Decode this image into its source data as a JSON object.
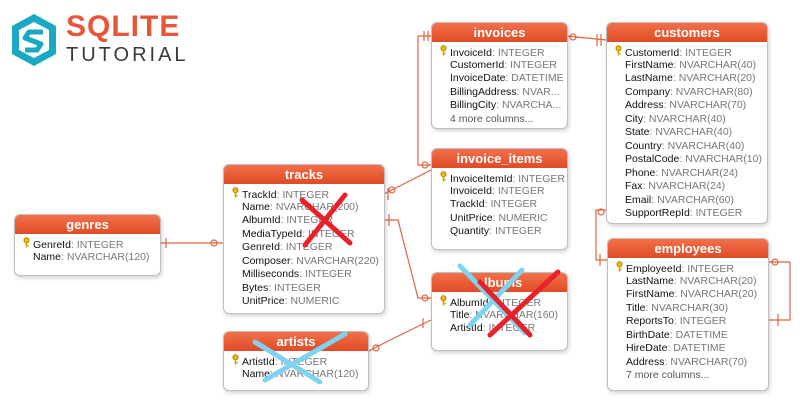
{
  "brand": {
    "line1": "SQLITE",
    "line2": "TUTORIAL",
    "primary": "#e8553a",
    "accent": "#1aa8c4"
  },
  "colors": {
    "header": "#e4552f",
    "line": "#e0643f",
    "red_x": "#e8202a",
    "blue_x": "#7fd3f2"
  },
  "tables": {
    "invoices": {
      "title": "invoices",
      "rows": [
        {
          "name": "InvoiceId",
          "type": ": INTEGER",
          "pk": true
        },
        {
          "name": "CustomerId",
          "type": ": INTEGER"
        },
        {
          "name": "InvoiceDate",
          "type": ": DATETIME"
        },
        {
          "name": "BillingAddress",
          "type": ": NVAR..."
        },
        {
          "name": "BillingCity",
          "type": ": NVARCHA..."
        }
      ],
      "more": "4 more columns..."
    },
    "customers": {
      "title": "customers",
      "rows": [
        {
          "name": "CustomerId",
          "type": ": INTEGER",
          "pk": true
        },
        {
          "name": "FirstName",
          "type": ": NVARCHAR(40)"
        },
        {
          "name": "LastName",
          "type": ": NVARCHAR(20)"
        },
        {
          "name": "Company",
          "type": ": NVARCHAR(80)"
        },
        {
          "name": "Address",
          "type": ": NVARCHAR(70)"
        },
        {
          "name": "City",
          "type": ": NVARCHAR(40)"
        },
        {
          "name": "State",
          "type": ": NVARCHAR(40)"
        },
        {
          "name": "Country",
          "type": ": NVARCHAR(40)"
        },
        {
          "name": "PostalCode",
          "type": ": NVARCHAR(10)"
        },
        {
          "name": "Phone",
          "type": ": NVARCHAR(24)"
        },
        {
          "name": "Fax",
          "type": ": NVARCHAR(24)"
        },
        {
          "name": "Email",
          "type": ": NVARCHAR(60)"
        },
        {
          "name": "SupportRepId",
          "type": ": INTEGER"
        }
      ]
    },
    "invoice_items": {
      "title": "invoice_items",
      "rows": [
        {
          "name": "InvoiceItemId",
          "type": ": INTEGER",
          "pk": true
        },
        {
          "name": "InvoiceId",
          "type": ": INTEGER"
        },
        {
          "name": "TrackId",
          "type": ": INTEGER"
        },
        {
          "name": "UnitPrice",
          "type": ": NUMERIC"
        },
        {
          "name": "Quantity",
          "type": ": INTEGER"
        }
      ]
    },
    "tracks": {
      "title": "tracks",
      "rows": [
        {
          "name": "TrackId",
          "type": ": INTEGER",
          "pk": true
        },
        {
          "name": "Name",
          "type": ": NVARCHAR(200)"
        },
        {
          "name": "AlbumId",
          "type": ": INTEGER"
        },
        {
          "name": "MediaTypeId",
          "type": ": INTEGER"
        },
        {
          "name": "GenreId",
          "type": ": INTEGER"
        },
        {
          "name": "Composer",
          "type": ": NVARCHAR(220)"
        },
        {
          "name": "Milliseconds",
          "type": ": INTEGER"
        },
        {
          "name": "Bytes",
          "type": ": INTEGER"
        },
        {
          "name": "UnitPrice",
          "type": ": NUMERIC"
        }
      ]
    },
    "genres": {
      "title": "genres",
      "rows": [
        {
          "name": "GenreId",
          "type": ": INTEGER",
          "pk": true
        },
        {
          "name": "Name",
          "type": ": NVARCHAR(120)"
        }
      ]
    },
    "albums": {
      "title": "albums",
      "rows": [
        {
          "name": "AlbumId",
          "type": ": INTEGER",
          "pk": true
        },
        {
          "name": "Title",
          "type": ": NVARCHAR(160)"
        },
        {
          "name": "ArtistId",
          "type": ": INTEGER"
        }
      ]
    },
    "artists": {
      "title": "artists",
      "rows": [
        {
          "name": "ArtistId",
          "type": ": INTEGER",
          "pk": true
        },
        {
          "name": "Name",
          "type": ": NVARCHAR(120)"
        }
      ]
    },
    "employees": {
      "title": "employees",
      "rows": [
        {
          "name": "EmployeeId",
          "type": ": INTEGER",
          "pk": true
        },
        {
          "name": "LastName",
          "type": ": NVARCHAR(20)"
        },
        {
          "name": "FirstName",
          "type": ": NVARCHAR(20)"
        },
        {
          "name": "Title",
          "type": ": NVARCHAR(30)"
        },
        {
          "name": "ReportsTo",
          "type": ": INTEGER"
        },
        {
          "name": "BirthDate",
          "type": ": DATETIME"
        },
        {
          "name": "HireDate",
          "type": ": DATETIME"
        },
        {
          "name": "Address",
          "type": ": NVARCHAR(70)"
        }
      ],
      "more": "7 more columns..."
    }
  }
}
